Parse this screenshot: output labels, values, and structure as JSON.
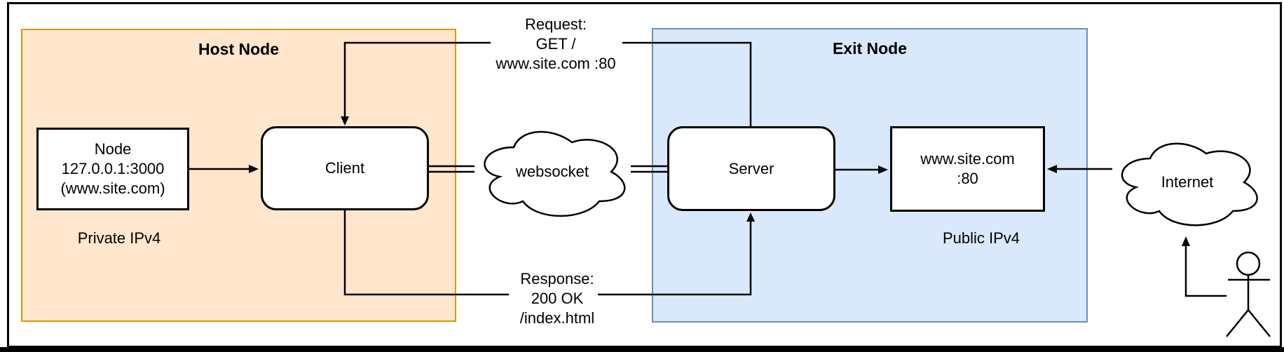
{
  "host": {
    "title": "Host Node",
    "fill": "#FFE6CC",
    "stroke": "#D79B00",
    "node_box": {
      "line1": "Node",
      "line2": "127.0.0.1:3000",
      "line3": "(www.site.com)"
    },
    "client_label": "Client",
    "footer": "Private IPv4"
  },
  "exit": {
    "title": "Exit Node",
    "fill": "#DAE8FC",
    "stroke": "#6C8EBF",
    "server_label": "Server",
    "site_box": {
      "line1": "www.site.com",
      "line2": ":80"
    },
    "footer": "Public IPv4"
  },
  "clouds": {
    "websocket": "websocket",
    "internet": "Internet"
  },
  "request": {
    "line1": "Request:",
    "line2": "GET /",
    "line3": "www.site.com :80"
  },
  "response": {
    "line1": "Response:",
    "line2": "200 OK",
    "line3": "/index.html"
  },
  "line_color": "#000000"
}
